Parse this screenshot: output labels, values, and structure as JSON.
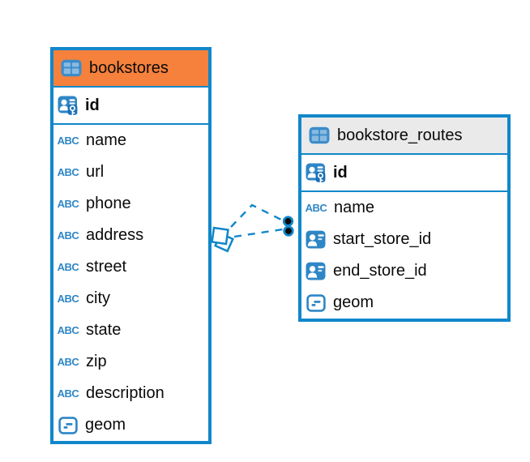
{
  "diagram": {
    "kind": "entity-relationship-diagram",
    "colors": {
      "accent_blue": "#1187ca",
      "icon_blue": "#2e86c6",
      "bookstores_header_bg": "#f5813c",
      "routes_header_bg": "#eaeaea",
      "row_bg": "#ffffff",
      "text": "#0a0a0a"
    },
    "glyphs": {
      "text_type": "ABC"
    }
  },
  "tables": [
    {
      "title": "bookstores",
      "header_bg": "#f5813c",
      "header_icon": "table-icon",
      "primary_key": {
        "label": "id",
        "icon": "primary-key-icon"
      },
      "columns": [
        {
          "label": "name",
          "icon": "text-type-icon"
        },
        {
          "label": "url",
          "icon": "text-type-icon"
        },
        {
          "label": "phone",
          "icon": "text-type-icon"
        },
        {
          "label": "address",
          "icon": "text-type-icon"
        },
        {
          "label": "street",
          "icon": "text-type-icon"
        },
        {
          "label": "city",
          "icon": "text-type-icon"
        },
        {
          "label": "state",
          "icon": "text-type-icon"
        },
        {
          "label": "zip",
          "icon": "text-type-icon"
        },
        {
          "label": "description",
          "icon": "text-type-icon"
        },
        {
          "label": "geom",
          "icon": "geometry-type-icon"
        }
      ]
    },
    {
      "title": "bookstore_routes",
      "header_bg": "#eaeaea",
      "header_icon": "table-icon",
      "primary_key": {
        "label": "id",
        "icon": "primary-key-icon"
      },
      "columns": [
        {
          "label": "name",
          "icon": "text-type-icon"
        },
        {
          "label": "start_store_id",
          "icon": "reference-column-icon"
        },
        {
          "label": "end_store_id",
          "icon": "reference-column-icon"
        },
        {
          "label": "geom",
          "icon": "geometry-type-icon"
        }
      ]
    }
  ],
  "relations": [
    {
      "from": "bookstores",
      "to": "bookstore_routes",
      "line_style": "dashed",
      "from_marker": "open-diamond",
      "to_marker": "filled-circle"
    },
    {
      "from": "bookstores",
      "to": "bookstore_routes",
      "line_style": "dashed",
      "from_marker": "open-diamond",
      "to_marker": "filled-circle"
    }
  ]
}
